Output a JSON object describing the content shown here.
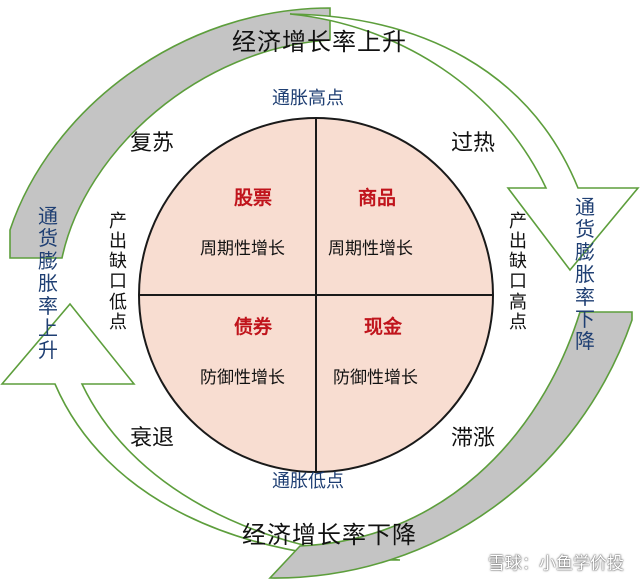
{
  "top_label": "经济增长率上升",
  "bottom_label": "经济增长率下降",
  "inflation_high": "通胀高点",
  "inflation_low": "通胀低点",
  "phases": {
    "recovery": "复苏",
    "overheat": "过热",
    "recession": "衰退",
    "stagflation": "滞涨"
  },
  "output_gap_low": "产出缺口低点",
  "output_gap_high": "产出缺口高点",
  "inflation_rate_up": "通货膨胀率上升",
  "inflation_rate_down": "通货膨胀率下降",
  "quadrants": {
    "stocks": {
      "asset": "股票",
      "growth": "周期性增长"
    },
    "commodities": {
      "asset": "商品",
      "growth": "周期性增长"
    },
    "bonds": {
      "asset": "债券",
      "growth": "防御性增长"
    },
    "cash": {
      "asset": "现金",
      "growth": "防御性增长"
    }
  },
  "watermark": "雪球：小鱼学价投",
  "colors": {
    "circle_fill": "#f8ddd1",
    "arrow_fill": "#c4c4c4",
    "arrow_stroke": "#5d9e3c",
    "asset_text": "#c0141c",
    "inflation_text": "#1f3f73"
  }
}
